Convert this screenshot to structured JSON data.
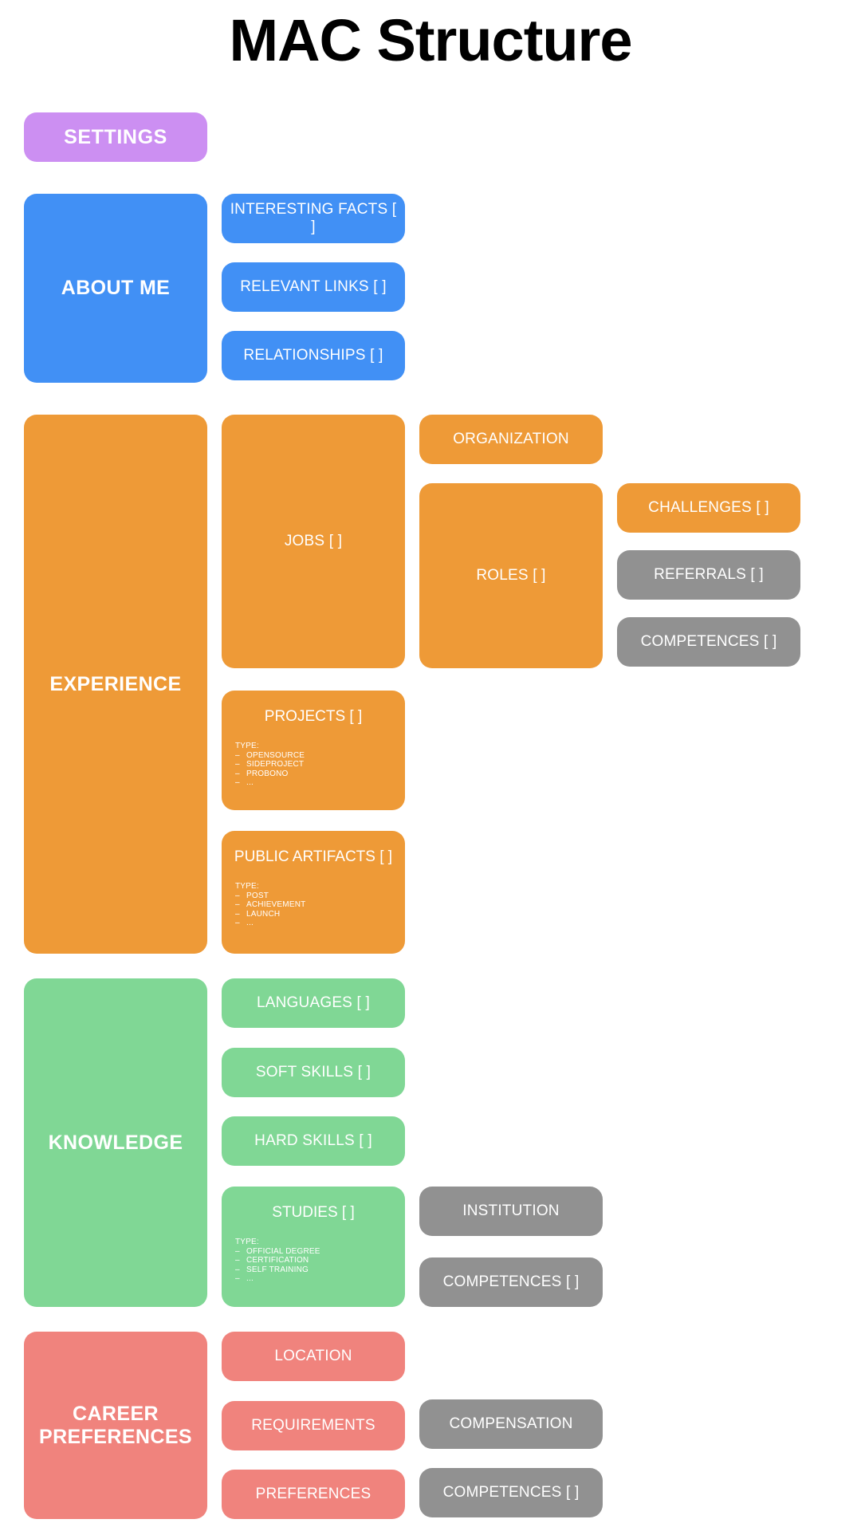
{
  "page": {
    "title": "MAC Structure",
    "background": "#ffffff"
  },
  "colors": {
    "purple": "#cc8ff2",
    "blue": "#4190f5",
    "orange": "#ee9a37",
    "green": "#80d795",
    "salmon": "#f0837d",
    "gray": "#919191",
    "text": "#ffffff",
    "title": "#000000"
  },
  "settings": {
    "label": "SETTINGS"
  },
  "about_me": {
    "label": "ABOUT ME",
    "children": [
      {
        "label": "INTERESTING FACTS [ ]"
      },
      {
        "label": "RELEVANT LINKS [ ]"
      },
      {
        "label": "RELATIONSHIPS [ ]"
      }
    ]
  },
  "experience": {
    "label": "EXPERIENCE",
    "jobs": {
      "label": "JOBS [ ]"
    },
    "organization": {
      "label": "ORGANIZATION"
    },
    "roles": {
      "label": "ROLES [ ]"
    },
    "challenges": {
      "label": "CHALLENGES [ ]"
    },
    "referrals": {
      "label": "REFERRALS [ ]"
    },
    "competences": {
      "label": "COMPETENCES [ ]"
    },
    "projects": {
      "label": "PROJECTS [ ]",
      "type_heading": "TYPE:",
      "types": [
        "OPENSOURCE",
        "SIDEPROJECT",
        "PROBONO",
        "..."
      ]
    },
    "public_artifacts": {
      "label": "PUBLIC ARTIFACTS [ ]",
      "type_heading": "TYPE:",
      "types": [
        "POST",
        "ACHIEVEMENT",
        "LAUNCH",
        "..."
      ]
    }
  },
  "knowledge": {
    "label": "KNOWLEDGE",
    "languages": {
      "label": "LANGUAGES [ ]"
    },
    "soft_skills": {
      "label": "SOFT SKILLS [ ]"
    },
    "hard_skills": {
      "label": "HARD SKILLS [ ]"
    },
    "studies": {
      "label": "STUDIES [ ]",
      "type_heading": "TYPE:",
      "types": [
        "OFFICIAL DEGREE",
        "CERTIFICATION",
        "SELF TRAINING",
        "..."
      ]
    },
    "institution": {
      "label": "INSTITUTION"
    },
    "competences": {
      "label": "COMPETENCES [ ]"
    }
  },
  "career_preferences": {
    "label": "CAREER\nPREFERENCES",
    "location": {
      "label": "LOCATION"
    },
    "requirements": {
      "label": "REQUIREMENTS"
    },
    "preferences": {
      "label": "PREFERENCES"
    },
    "compensation": {
      "label": "COMPENSATION"
    },
    "competences": {
      "label": "COMPETENCES [ ]"
    }
  }
}
